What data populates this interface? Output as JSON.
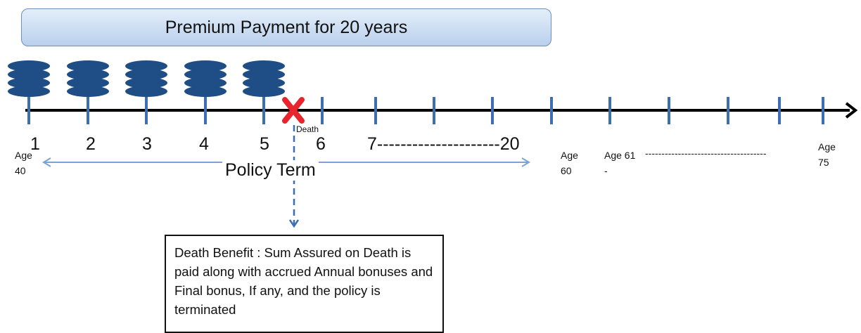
{
  "banner": {
    "text": "Premium Payment for 20 years"
  },
  "timeline": {
    "year_labels": [
      "1",
      "2",
      "3",
      "4",
      "5",
      "6"
    ],
    "range_label": "7---------------------20",
    "death_label": "Death",
    "age_start": "Age\n40",
    "age_60": "Age\n60",
    "age_61": "Age 61",
    "age_61_extra": "-",
    "age_61_dash": "-------------------------------------",
    "age_end": "Age\n75"
  },
  "policy_term": {
    "label": "Policy Term"
  },
  "benefit_box": {
    "text": "Death  Benefit : Sum Assured on Death is paid along with accrued Annual bonuses and Final bonus, If any, and the policy is terminated"
  },
  "colors": {
    "tick": "#3b6fb2",
    "coin": "#1f4e86",
    "death_marker": "#e8242d",
    "arrow": "#7aa3d6"
  }
}
